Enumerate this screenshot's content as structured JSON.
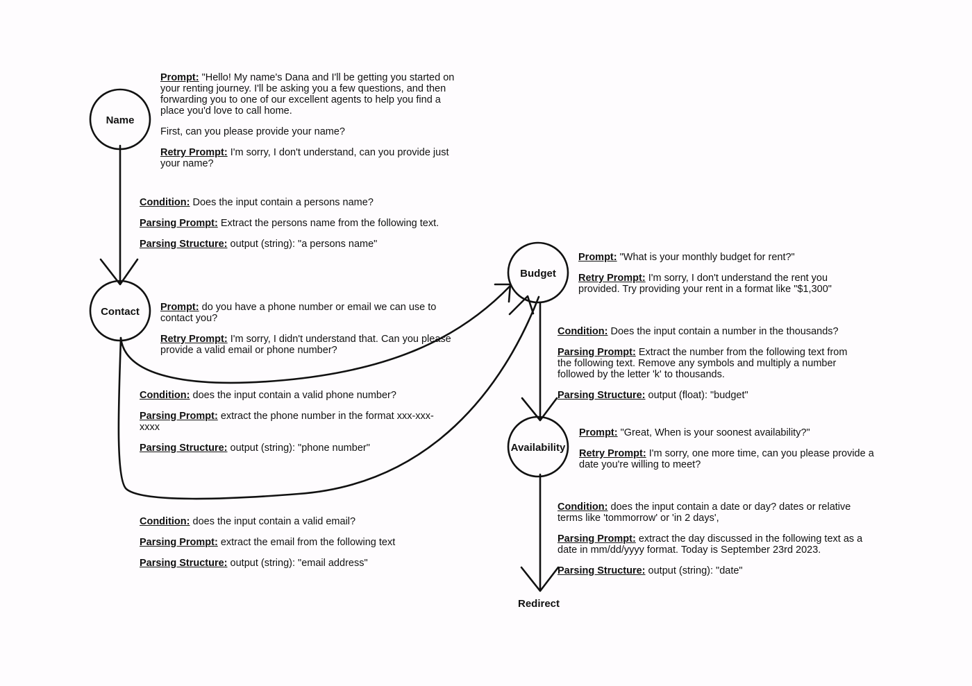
{
  "nodes": {
    "name": "Name",
    "contact": "Contact",
    "budget": "Budget",
    "availability": "Availability",
    "redirect": "Redirect"
  },
  "keys": {
    "prompt": "Prompt:",
    "retry": "Retry Prompt:",
    "condition": "Condition:",
    "parsing_prompt": "Parsing Prompt:",
    "parsing_structure": "Parsing Structure:"
  },
  "name_node": {
    "prompt": "\"Hello! My name's Dana and I'll be getting you started on your renting journey. I'll be asking you a few questions, and then forwarding you to one of our excellent agents to help you find a place you'd love to call home.",
    "prompt_cont": "First, can you please provide your name?",
    "retry": "I'm sorry, I don't understand, can you provide just your name?"
  },
  "name_to_contact": {
    "condition": "Does the input contain a persons name?",
    "parsing_prompt": "Extract the persons name from the following text.",
    "parsing_structure": "output (string): \"a persons name\""
  },
  "contact_node": {
    "prompt": "do you have a phone number or email we can use to contact you?",
    "retry": "I'm sorry, I didn't understand that. Can you please provide a valid email or phone number?"
  },
  "contact_phone": {
    "condition": "does the input contain a valid phone number?",
    "parsing_prompt": "extract the phone number in the format xxx-xxx-xxxx",
    "parsing_structure": "output (string): \"phone number\""
  },
  "contact_email": {
    "condition": "does the input contain a valid email?",
    "parsing_prompt": "extract the email from the following text",
    "parsing_structure": "output (string): \"email address\""
  },
  "budget_node": {
    "prompt": "\"What is your monthly budget for rent?\"",
    "retry": "I'm sorry, I don't understand the rent you provided. Try providing your rent in a format like \"$1,300\""
  },
  "budget_to_availability": {
    "condition": "Does the input contain a number in the thousands?",
    "parsing_prompt": "Extract the number from the following text from the following text. Remove any symbols and multiply a number followed by the letter 'k' to thousands.",
    "parsing_structure": "output (float): \"budget\""
  },
  "availability_node": {
    "prompt": "\"Great, When is your soonest availability?\"",
    "retry": "I'm sorry, one more time, can you please provide a date you're willing to meet?"
  },
  "availability_to_redirect": {
    "condition": "does the input contain a date or day? dates or relative terms like 'tommorrow' or 'in 2 days',",
    "parsing_prompt": "extract the day discussed in the following text as a date in mm/dd/yyyy format. Today is September 23rd 2023.",
    "parsing_structure": "output (string): \"date\""
  }
}
